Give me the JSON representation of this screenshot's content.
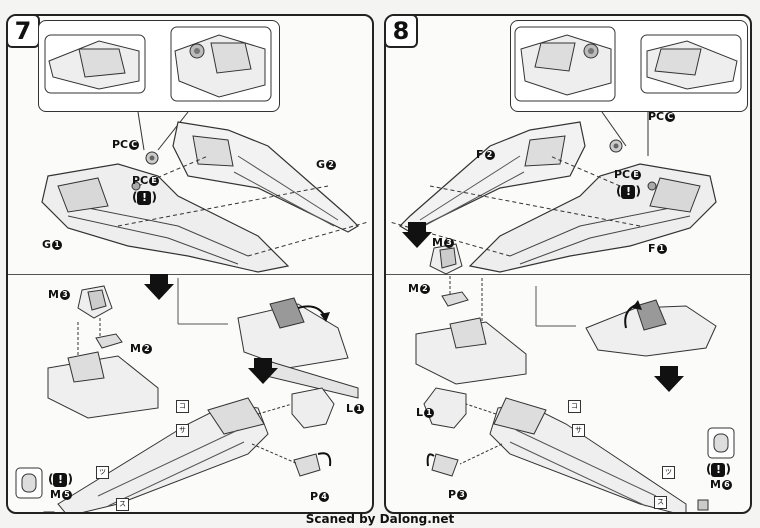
{
  "steps": [
    {
      "number": "7",
      "labels": {
        "pc_c": "PC",
        "pc_c_num": "C",
        "pc_e": "PC",
        "pc_e_num": "E",
        "g1": "G",
        "g1_num": "1",
        "g2": "G",
        "g2_num": "2",
        "m3": "M",
        "m3_num": "3",
        "m2": "M",
        "m2_num": "2",
        "l1": "L",
        "l1_num": "1",
        "p4": "P",
        "p4_num": "4",
        "m5": "M",
        "m5_num": "5",
        "warning": "!"
      }
    },
    {
      "number": "8",
      "labels": {
        "pc_c": "PC",
        "pc_c_num": "C",
        "pc_e": "PC",
        "pc_e_num": "E",
        "f2": "F",
        "f2_num": "2",
        "f1": "F",
        "f1_num": "1",
        "m3": "M",
        "m3_num": "3",
        "m2": "M",
        "m2_num": "2",
        "l1": "L",
        "l1_num": "1",
        "p3": "P",
        "p3_num": "3",
        "m6": "M",
        "m6_num": "6",
        "warning": "!"
      }
    }
  ],
  "footer": {
    "credit": "Scaned by Dalong.net"
  }
}
